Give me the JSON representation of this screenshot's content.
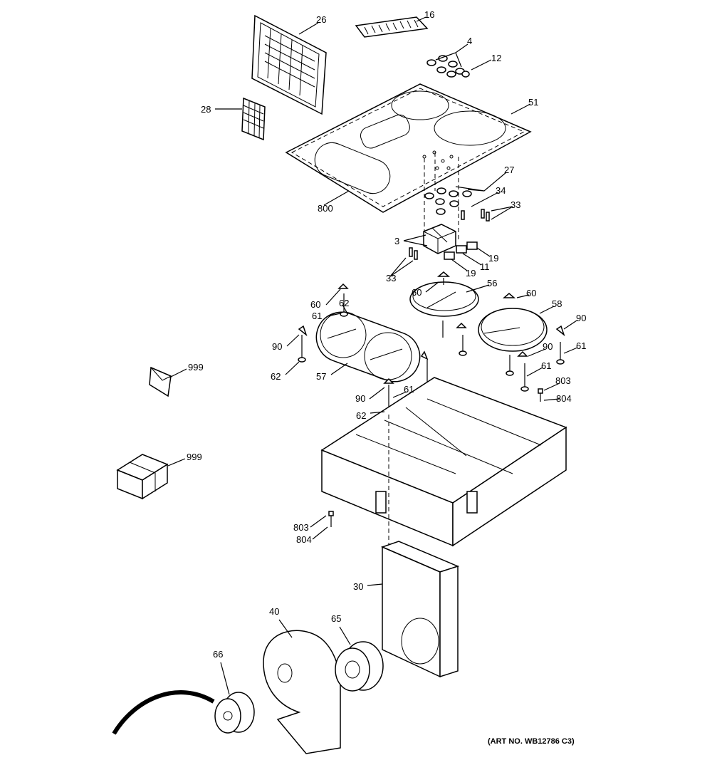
{
  "diagram": {
    "callouts": [
      "26",
      "16",
      "4",
      "12",
      "51",
      "28",
      "27",
      "34",
      "33",
      "800",
      "3",
      "19",
      "11",
      "33",
      "19",
      "60",
      "62",
      "61",
      "60",
      "56",
      "60",
      "58",
      "90",
      "90",
      "61",
      "90",
      "61",
      "62",
      "57",
      "803",
      "90",
      "61",
      "804",
      "62",
      "999",
      "999",
      "803",
      "804",
      "30",
      "40",
      "65",
      "66"
    ],
    "art_no": "(ART NO. WB12786 C3)"
  }
}
